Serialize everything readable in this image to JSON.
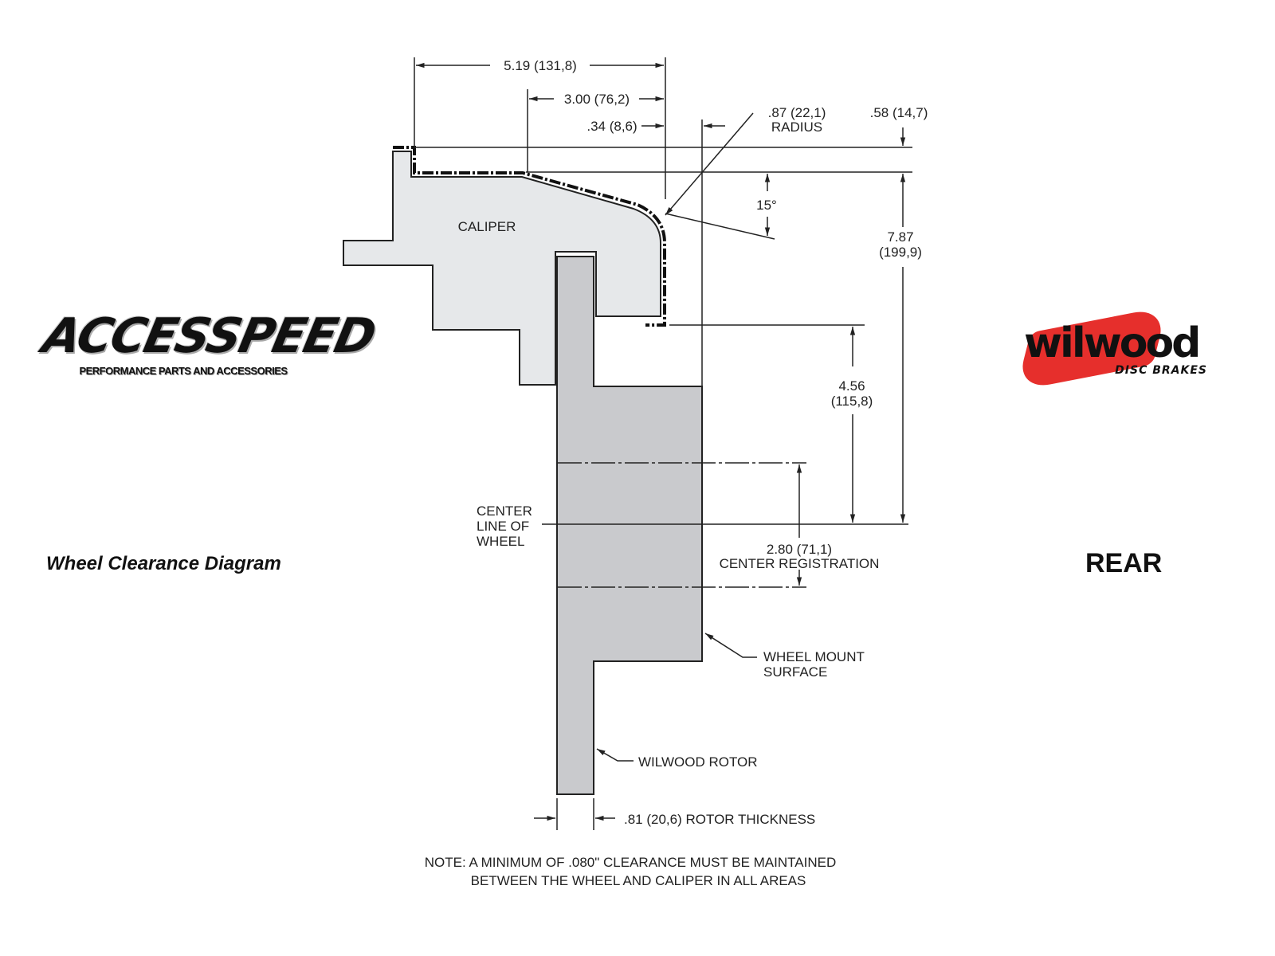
{
  "logos": {
    "left_main": "ACCESSPEED",
    "left_sub": "PERFORMANCE PARTS AND ACCESSORIES",
    "right_main": "wilwood",
    "right_sub": "DISC BRAKES",
    "right_accent": "#e52421"
  },
  "captions": {
    "left": "Wheel Clearance Diagram",
    "right": "REAR"
  },
  "diagram": {
    "caliper_label": "CALIPER",
    "dim_519": "5.19 (131,8)",
    "dim_300": "3.00 (76,2)",
    "dim_034": ".34 (8,6)",
    "radius_value": ".87 (22,1)",
    "radius_label": "RADIUS",
    "dim_058": ".58 (14,7)",
    "angle": "15°",
    "dim_787_in": "7.87",
    "dim_787_mm": "(199,9)",
    "dim_456_in": "4.56",
    "dim_456_mm": "(115,8)",
    "center_line": [
      "CENTER",
      "LINE OF",
      "WHEEL"
    ],
    "dim_280": "2.80 (71,1)",
    "center_registration": "CENTER REGISTRATION",
    "wheel_mount": [
      "WHEEL MOUNT",
      "SURFACE"
    ],
    "rotor_label": "WILWOOD ROTOR",
    "rotor_thickness": ".81 (20,6) ROTOR THICKNESS",
    "note": [
      "NOTE: A MINIMUM OF .080\" CLEARANCE MUST BE MAINTAINED",
      "BETWEEN THE WHEEL AND CALIPER IN ALL AREAS"
    ],
    "colors": {
      "caliper": "#e6e8ea",
      "rotor": "#c9cacd",
      "line": "#222222"
    }
  }
}
